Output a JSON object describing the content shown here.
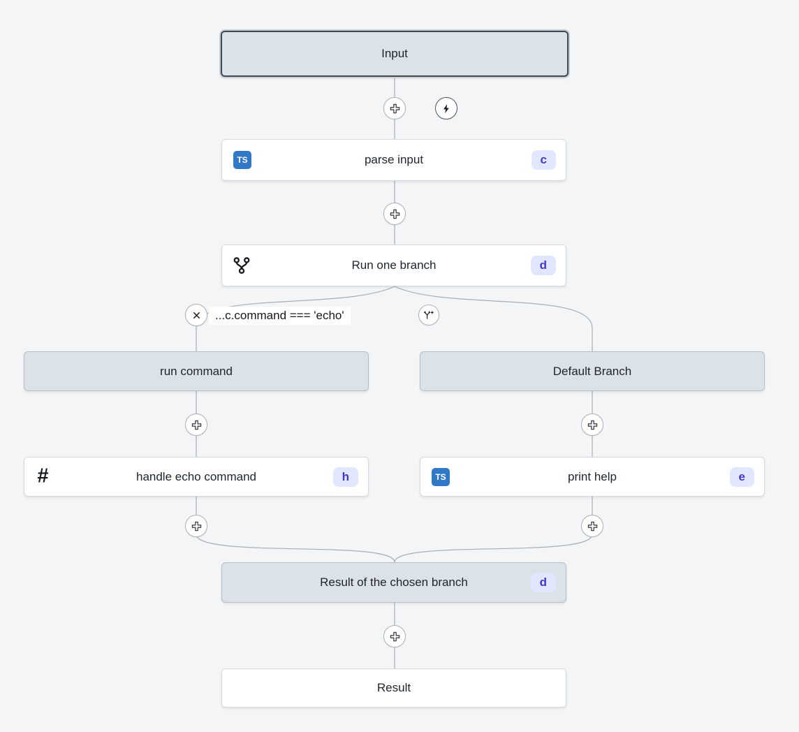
{
  "flow": {
    "condition_label": "...c.command === 'echo'",
    "nodes": {
      "input": {
        "label": "Input"
      },
      "parse_input": {
        "label": "parse input",
        "lang": "TS",
        "badge": "c"
      },
      "run_one_branch": {
        "label": "Run one branch",
        "badge": "d"
      },
      "run_command": {
        "label": "run command"
      },
      "default_branch": {
        "label": "Default Branch"
      },
      "handle_echo_command": {
        "label": "handle echo command",
        "lang_glyph": "#",
        "badge": "h"
      },
      "print_help": {
        "label": "print help",
        "lang": "TS",
        "badge": "e"
      },
      "branch_result": {
        "label": "Result of the chosen branch",
        "badge": "d"
      },
      "result": {
        "label": "Result"
      }
    },
    "colors": {
      "background": "#f3f5f7",
      "node_gray": "#dbe2e8",
      "badge_bg": "#e0e7ff",
      "badge_text": "#4338ca",
      "typescript_blue": "#3178c6",
      "edge": "#a6adb6"
    }
  }
}
